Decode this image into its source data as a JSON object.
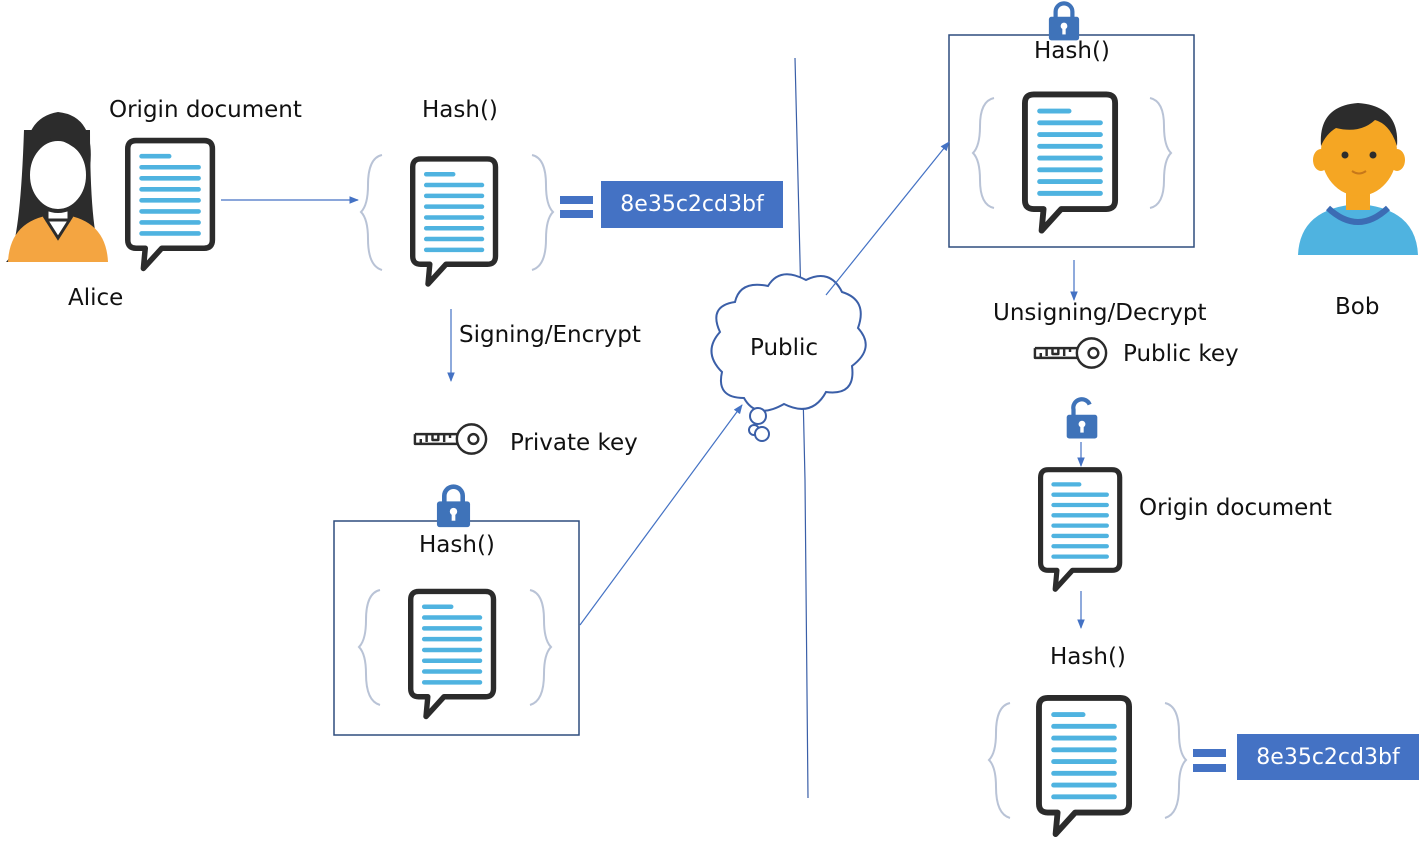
{
  "alice": {
    "name": "Alice",
    "doc_label": "Origin document"
  },
  "sender": {
    "hash_label": "Hash()",
    "hash_value": "8e35c2cd3bf",
    "sign_step": "Signing/Encrypt",
    "key_label": "Private key",
    "signed_hash_label": "Hash()"
  },
  "network": {
    "label": "Public"
  },
  "receiver": {
    "signed_hash_label": "Hash()",
    "unsign_step": "Unsigning/Decrypt",
    "key_label": "Public key",
    "doc_label": "Origin document",
    "hash_label": "Hash()",
    "hash_value": "8e35c2cd3bf"
  },
  "bob": {
    "name": "Bob"
  },
  "colors": {
    "accent": "#4472c4",
    "doc_lines": "#4fb3e0",
    "doc_outline": "#2b2b2b",
    "alice_shirt": "#f4a541",
    "bob_skin": "#f5a623",
    "bob_shirt": "#4fb3e0",
    "lock": "#3f73b9"
  },
  "icons": [
    "person-alice-icon",
    "person-bob-icon",
    "document-icon",
    "key-icon",
    "lock-closed-icon",
    "lock-open-icon",
    "cloud-icon",
    "equals-icon"
  ]
}
